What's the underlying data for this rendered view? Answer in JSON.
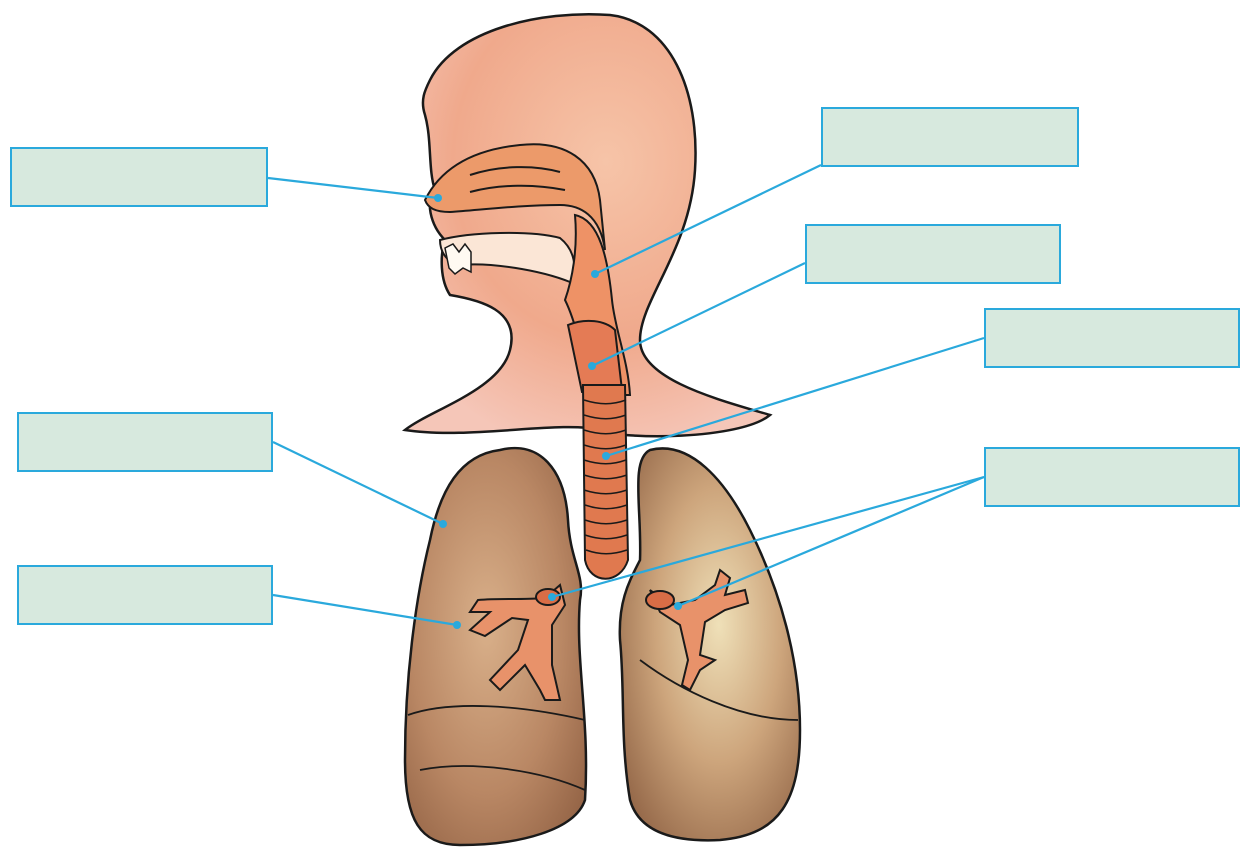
{
  "diagram": {
    "labels": [
      {
        "id": "nose",
        "text": ""
      },
      {
        "id": "pharynx",
        "text": ""
      },
      {
        "id": "larynx",
        "text": ""
      },
      {
        "id": "trachea",
        "text": ""
      },
      {
        "id": "bronchi",
        "text": ""
      },
      {
        "id": "lungs",
        "text": ""
      },
      {
        "id": "bronchioles",
        "text": ""
      }
    ]
  },
  "colors": {
    "label_border": "#2aa9dc",
    "label_fill": "#d7e9de",
    "leader_line": "#2aa9dc",
    "head_skin": "#f2b49a",
    "airway": "#e8865a",
    "trachea": "#e0794f",
    "lung": "#b98966",
    "lung_light": "#e8cfa4",
    "outline": "#1a1a1a"
  }
}
